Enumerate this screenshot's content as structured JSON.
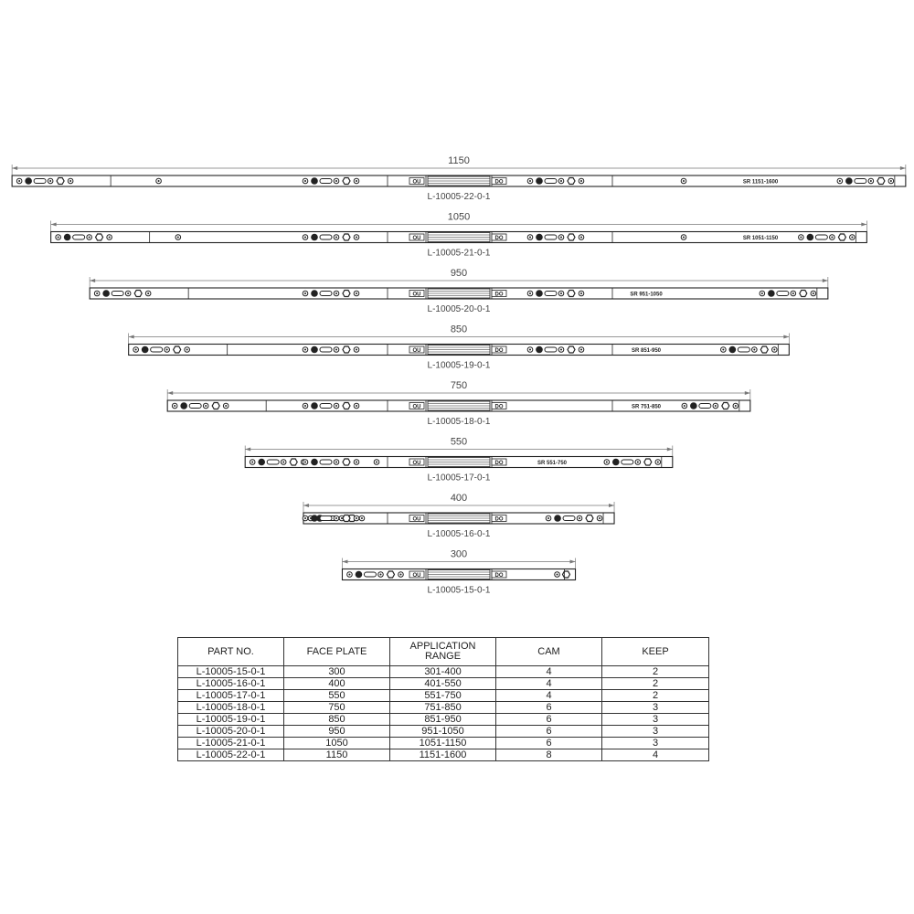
{
  "plates": [
    {
      "length": "1150",
      "part_no": "L-10005-22-0-1",
      "marking": "SR 1151-1600"
    },
    {
      "length": "1050",
      "part_no": "L-10005-21-0-1",
      "marking": "SR 1051-1150"
    },
    {
      "length": "950",
      "part_no": "L-10005-20-0-1",
      "marking": "SR 951-1050"
    },
    {
      "length": "850",
      "part_no": "L-10005-19-0-1",
      "marking": "SR 851-950"
    },
    {
      "length": "750",
      "part_no": "L-10005-18-0-1",
      "marking": "SR 751-850"
    },
    {
      "length": "550",
      "part_no": "L-10005-17-0-1",
      "marking": "SR 551-750"
    },
    {
      "length": "400",
      "part_no": "L-10005-16-0-1",
      "marking": ""
    },
    {
      "length": "300",
      "part_no": "L-10005-15-0-1",
      "marking": ""
    }
  ],
  "table": {
    "headers": [
      "PART NO.",
      "FACE PLATE",
      "APPLICATION RANGE",
      "CAM",
      "KEEP"
    ],
    "header_range_lines": [
      "APPLICATION",
      "RANGE"
    ],
    "rows": [
      [
        "L-10005-15-0-1",
        "300",
        "301-400",
        "4",
        "2"
      ],
      [
        "L-10005-16-0-1",
        "400",
        "401-550",
        "4",
        "2"
      ],
      [
        "L-10005-17-0-1",
        "550",
        "551-750",
        "4",
        "2"
      ],
      [
        "L-10005-18-0-1",
        "750",
        "751-850",
        "6",
        "3"
      ],
      [
        "L-10005-19-0-1",
        "850",
        "851-950",
        "6",
        "3"
      ],
      [
        "L-10005-20-0-1",
        "950",
        "951-1050",
        "6",
        "3"
      ],
      [
        "L-10005-21-0-1",
        "1050",
        "1051-1150",
        "6",
        "3"
      ],
      [
        "L-10005-22-0-1",
        "1150",
        "1151-1600",
        "8",
        "4"
      ]
    ]
  }
}
